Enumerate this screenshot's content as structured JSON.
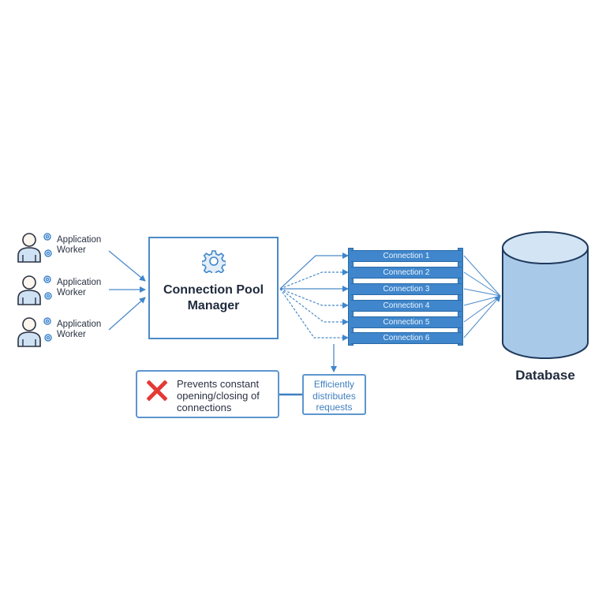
{
  "workers": [
    {
      "label_line1": "Application",
      "label_line2": "Worker"
    },
    {
      "label_line1": "Application",
      "label_line2": "Worker"
    },
    {
      "label_line1": "Application",
      "label_line2": "Worker"
    }
  ],
  "manager": {
    "title_line1": "Connection Pool",
    "title_line2": "Manager",
    "icon": "gear-icon"
  },
  "connections": [
    {
      "label": "Connection 1",
      "line_style": "solid"
    },
    {
      "label": "Connection 2",
      "line_style": "dashed"
    },
    {
      "label": "Connection 3",
      "line_style": "solid"
    },
    {
      "label": "Connection 4",
      "line_style": "dashed"
    },
    {
      "label": "Connection 5",
      "line_style": "dashed"
    },
    {
      "label": "Connection 6",
      "line_style": "dashed"
    }
  ],
  "database": {
    "label": "Database"
  },
  "notes": {
    "prevents": {
      "icon": "red-x-icon",
      "line1": "Prevents constant",
      "line2": "opening/closing of",
      "line3": "connections"
    },
    "distributes": {
      "line1": "Efficiently",
      "line2": "distributes",
      "line3": "requests"
    }
  },
  "colors": {
    "accent": "#3f86cc",
    "border": "#4a8ac9",
    "db_fill": "#a9c9e8",
    "db_top": "#d3e5f5",
    "x_red": "#e53935",
    "text_dark": "#1f2a3c"
  }
}
